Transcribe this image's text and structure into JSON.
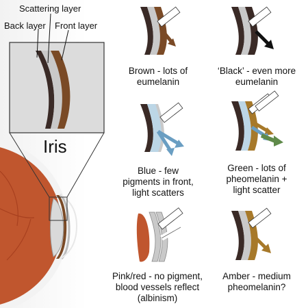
{
  "diagram": {
    "layer_labels": {
      "scattering": "Scattering layer",
      "back": "Back layer",
      "front": "Front layer"
    },
    "iris_label": "Iris",
    "panels": [
      {
        "id": "brown",
        "line1": "Brown - lots of",
        "line2": "eumelanin",
        "line3": ""
      },
      {
        "id": "black",
        "line1": "‘Black’ - even more",
        "line2": "eumelanin",
        "line3": ""
      },
      {
        "id": "blue",
        "line1": "Blue - few",
        "line2": "pigments in front,",
        "line3": "light scatters"
      },
      {
        "id": "green",
        "line1": "Green - lots of",
        "line2": "pheomelanin +",
        "line3": "light scatter"
      },
      {
        "id": "pink",
        "line1": "Pink/red - no pigment,",
        "line2": "blood vessels reflect",
        "line3": "(albinism)"
      },
      {
        "id": "amber",
        "line1": "Amber - medium",
        "line2": "pheomelanin?",
        "line3": ""
      }
    ]
  },
  "colors": {
    "brown": "#7a4a26",
    "dark_layer": "#3a2a26",
    "scatter_gray": "#c9c9c9",
    "blue": "#6a9ec2",
    "green": "#5f8a4a",
    "amber": "#a7792a",
    "eye_red": "#c0562e",
    "arrow_black": "#111111"
  }
}
